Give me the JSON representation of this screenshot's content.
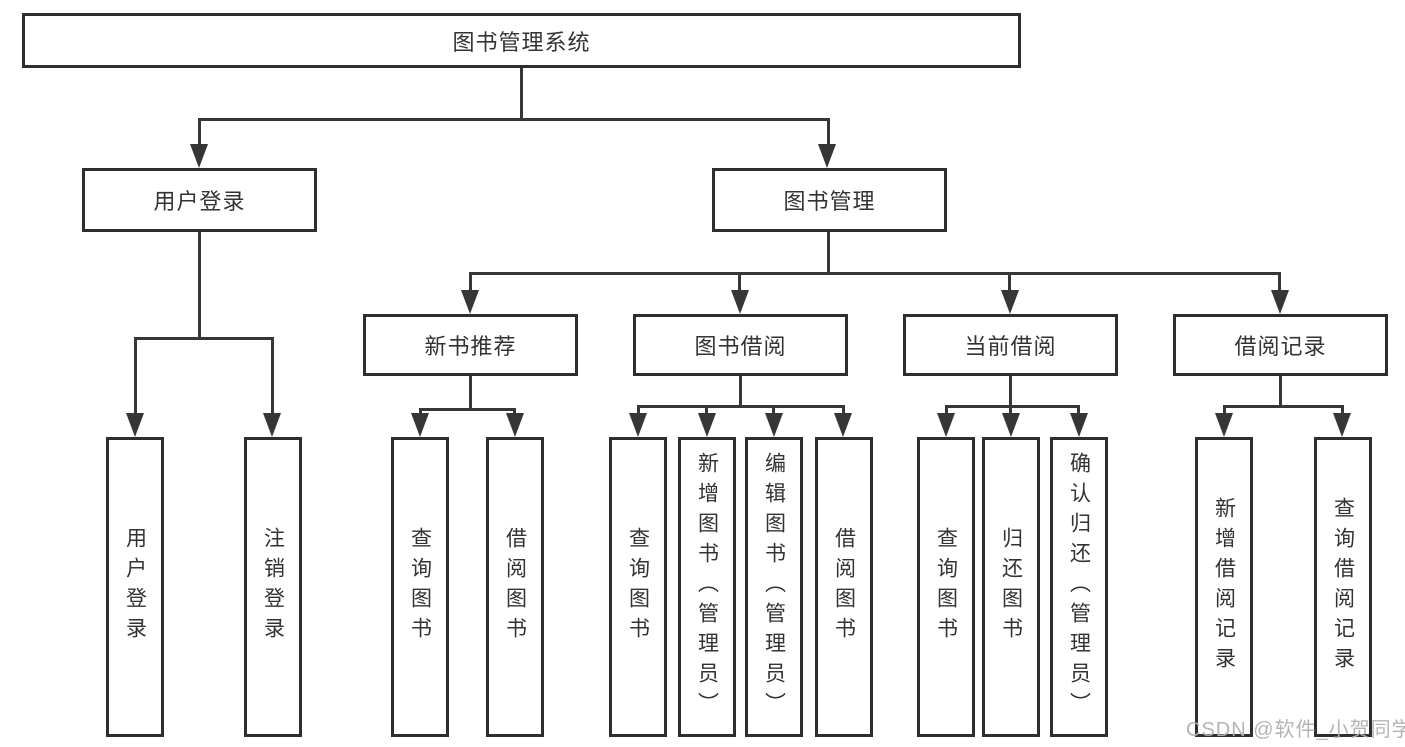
{
  "title": "图书管理系统",
  "branches": {
    "user_login": {
      "label": "用户登录",
      "children": [
        "用户登录",
        "注销登录"
      ]
    },
    "book_management": {
      "label": "图书管理",
      "sections": {
        "new_book_recommend": {
          "label": "新书推荐",
          "children": [
            "查询图书",
            "借阅图书"
          ]
        },
        "book_borrowing": {
          "label": "图书借阅",
          "children": [
            "查询图书",
            "新增图书（管理员）",
            "编辑图书（管理员）",
            "借阅图书"
          ]
        },
        "current_borrowing": {
          "label": "当前借阅",
          "children": [
            "查询图书",
            "归还图书",
            "确认归还（管理员）"
          ]
        },
        "borrowing_records": {
          "label": "借阅记录",
          "children": [
            "新增借阅记录",
            "查询借阅记录"
          ]
        }
      }
    }
  },
  "watermark": "CSDN @软件_小贺同学",
  "colors": {
    "line": "#363636",
    "box_border": "#2e2e2e",
    "text": "#333333",
    "watermark": "#b0b0b0",
    "background": "#ffffff"
  }
}
